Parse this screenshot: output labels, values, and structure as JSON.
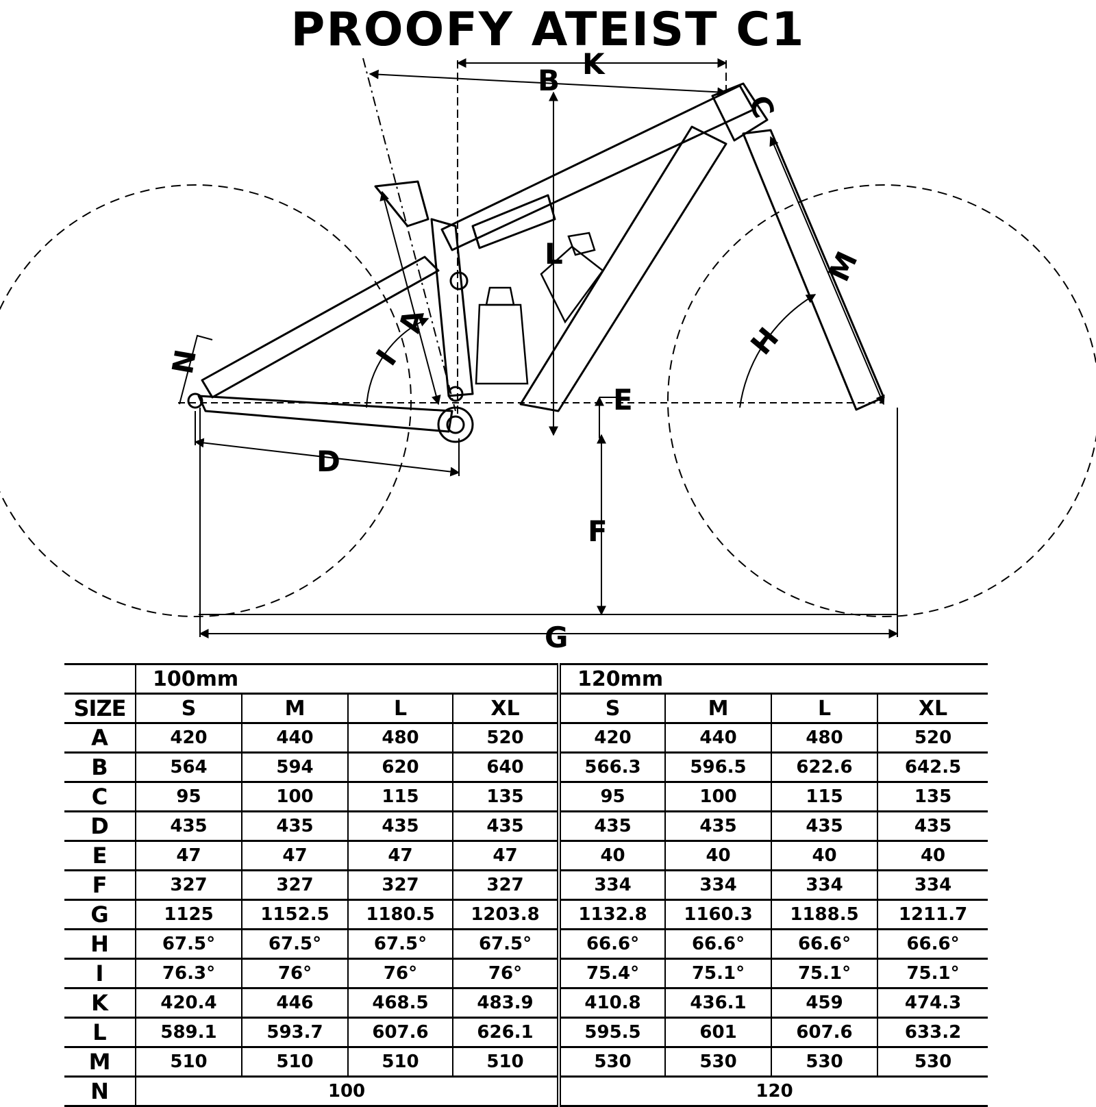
{
  "title": "PROOFY ATEIST C1",
  "diagram_labels": {
    "A": "A",
    "B": "B",
    "C": "C",
    "D": "D",
    "E": "E",
    "F": "F",
    "G": "G",
    "H": "H",
    "I": "I",
    "K": "K",
    "L": "L",
    "M": "M",
    "N": "N"
  },
  "table": {
    "travel_groups": [
      "100mm",
      "120mm"
    ],
    "size_label": "SIZE",
    "sizes": [
      "S",
      "M",
      "L",
      "XL",
      "S",
      "M",
      "L",
      "XL"
    ],
    "rows": [
      {
        "label": "A",
        "values": [
          "420",
          "440",
          "480",
          "520",
          "420",
          "440",
          "480",
          "520"
        ]
      },
      {
        "label": "B",
        "values": [
          "564",
          "594",
          "620",
          "640",
          "566.3",
          "596.5",
          "622.6",
          "642.5"
        ]
      },
      {
        "label": "C",
        "values": [
          "95",
          "100",
          "115",
          "135",
          "95",
          "100",
          "115",
          "135"
        ]
      },
      {
        "label": "D",
        "values": [
          "435",
          "435",
          "435",
          "435",
          "435",
          "435",
          "435",
          "435"
        ]
      },
      {
        "label": "E",
        "values": [
          "47",
          "47",
          "47",
          "47",
          "40",
          "40",
          "40",
          "40"
        ]
      },
      {
        "label": "F",
        "values": [
          "327",
          "327",
          "327",
          "327",
          "334",
          "334",
          "334",
          "334"
        ]
      },
      {
        "label": "G",
        "values": [
          "1125",
          "1152.5",
          "1180.5",
          "1203.8",
          "1132.8",
          "1160.3",
          "1188.5",
          "1211.7"
        ]
      },
      {
        "label": "H",
        "values": [
          "67.5°",
          "67.5°",
          "67.5°",
          "67.5°",
          "66.6°",
          "66.6°",
          "66.6°",
          "66.6°"
        ]
      },
      {
        "label": "I",
        "values": [
          "76.3°",
          "76°",
          "76°",
          "76°",
          "75.4°",
          "75.1°",
          "75.1°",
          "75.1°"
        ]
      },
      {
        "label": "K",
        "values": [
          "420.4",
          "446",
          "468.5",
          "483.9",
          "410.8",
          "436.1",
          "459",
          "474.3"
        ]
      },
      {
        "label": "L",
        "values": [
          "589.1",
          "593.7",
          "607.6",
          "626.1",
          "595.5",
          "601",
          "607.6",
          "633.2"
        ]
      },
      {
        "label": "M",
        "values": [
          "510",
          "510",
          "510",
          "510",
          "530",
          "530",
          "530",
          "530"
        ]
      }
    ],
    "n_row": {
      "label": "N",
      "values": [
        "100",
        "120"
      ]
    }
  }
}
